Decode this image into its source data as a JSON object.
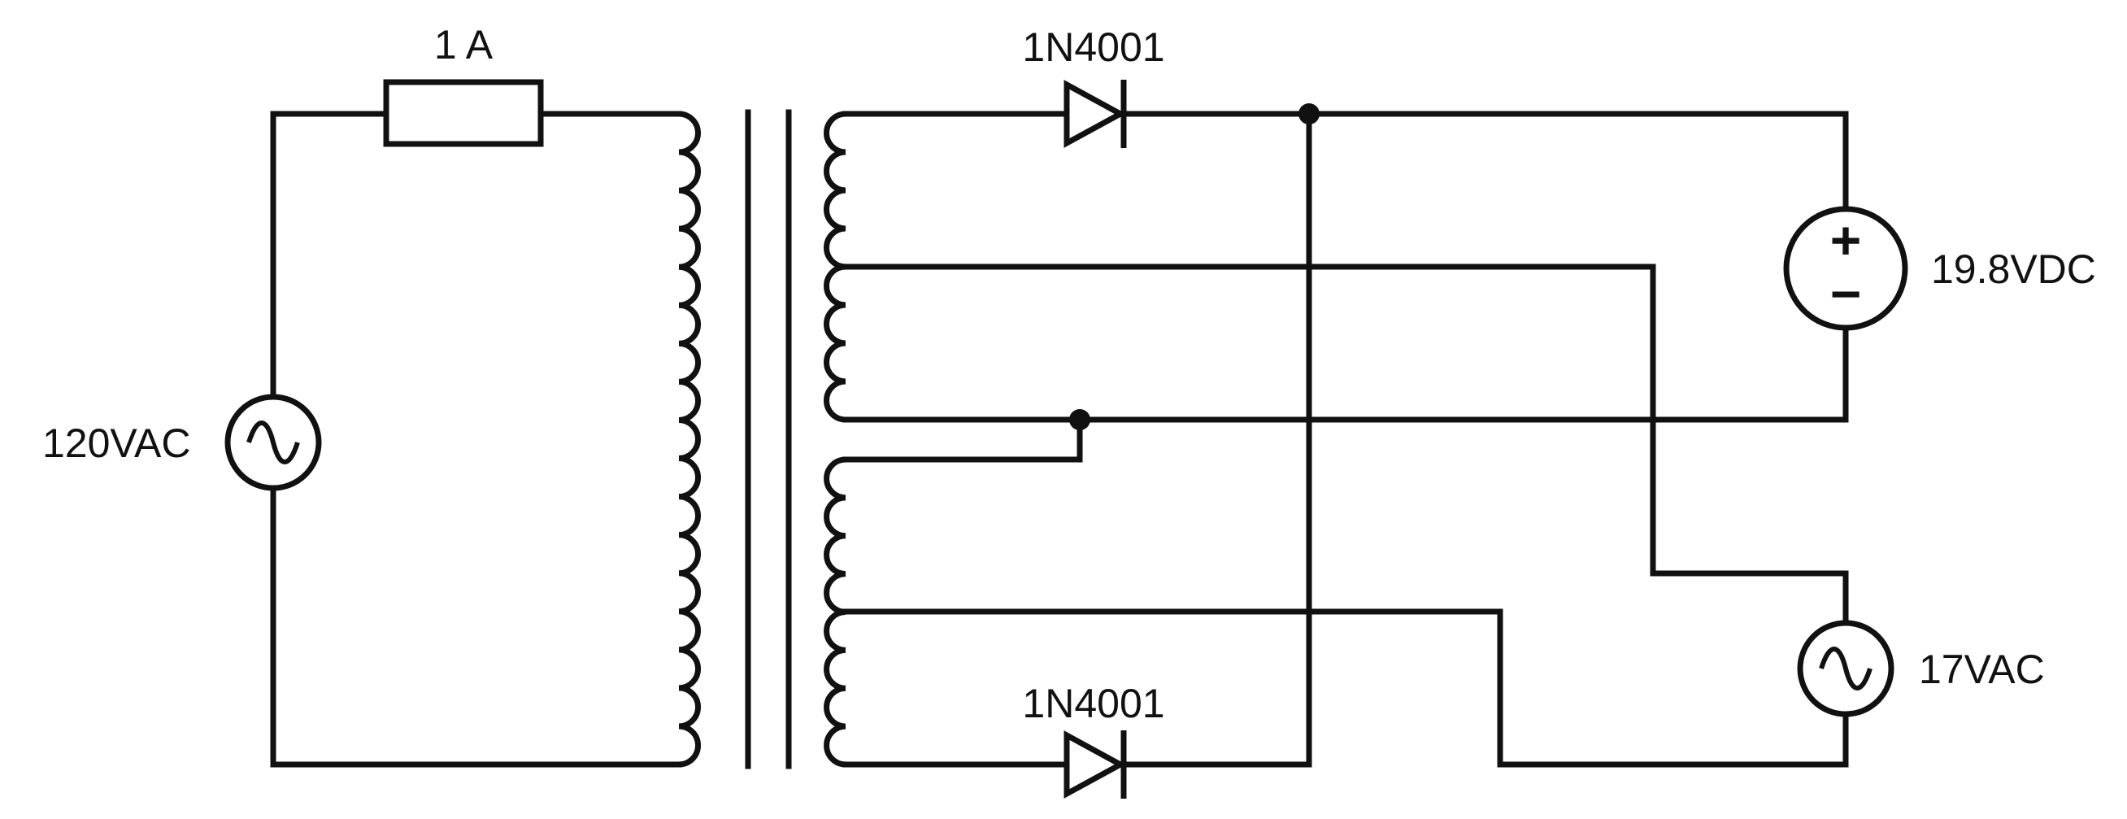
{
  "diagram": {
    "fuse_label": "1 A",
    "source_primary_label": "120VAC",
    "diode_top_label": "1N4001",
    "diode_bottom_label": "1N4001",
    "dc_output_label": "19.8VDC",
    "ac_output_label": "17VAC",
    "dc_plus_symbol": "+",
    "dc_minus_symbol": "−"
  },
  "colors": {
    "line": "#111111",
    "background": "#ffffff"
  }
}
